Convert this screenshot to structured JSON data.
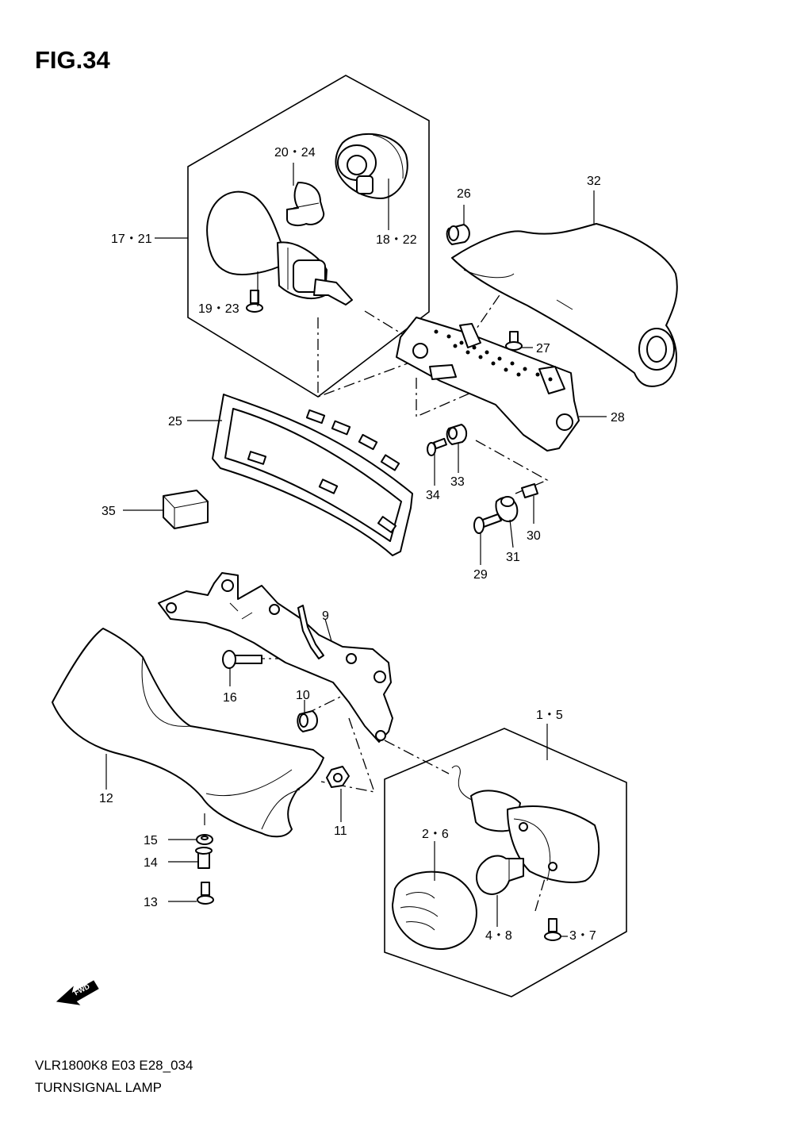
{
  "figure": {
    "title": "FIG.34",
    "model_code": "VLR1800K8 E03 E28_034",
    "part_group": "TURNSIGNAL LAMP",
    "direction_label": "FWD"
  },
  "callouts": {
    "c17_21": "17・21",
    "c20_24": "20・24",
    "c18_22": "18・22",
    "c19_23": "19・23",
    "c26": "26",
    "c32": "32",
    "c27": "27",
    "c28": "28",
    "c25": "25",
    "c34": "34",
    "c33": "33",
    "c35": "35",
    "c30": "30",
    "c31": "31",
    "c29": "29",
    "c9": "9",
    "c16": "16",
    "c10": "10",
    "c1_5": "1・5",
    "c12": "12",
    "c11": "11",
    "c2_6": "2・6",
    "c15": "15",
    "c14": "14",
    "c13": "13",
    "c4_8": "4・8",
    "c3_7": "3・7"
  }
}
